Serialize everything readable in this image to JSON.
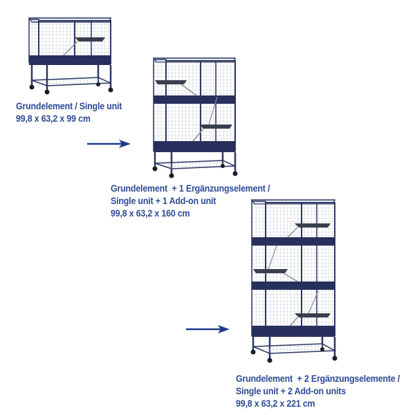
{
  "colors": {
    "caption_text": "#2d4a95",
    "arrow": "#1f3a8a",
    "frame": "#2b3763",
    "tray": "#27305c",
    "mesh": "#c9ccd6",
    "shelf": "#3a3f4f"
  },
  "configurations": [
    {
      "id": "single",
      "levels": 1,
      "caption": {
        "line1": "Grundelement / Single unit",
        "line2": "99,8 x 63,2 x 99 cm"
      }
    },
    {
      "id": "one-addon",
      "levels": 2,
      "caption": {
        "line1": "Grundelement  + 1 Ergänzungselement /",
        "line2": "Single unit + 1 Add-on unit",
        "line3": "99,8 x 63,2 x 160 cm"
      }
    },
    {
      "id": "two-addons",
      "levels": 3,
      "caption": {
        "line1": "Grundelement  + 2 Ergänzungselemente /",
        "line2": "Single unit + 2 Add-on units",
        "line3": "99,8 x 63,2 x 221 cm"
      }
    }
  ],
  "arrows": [
    {
      "from": "single",
      "to": "one-addon",
      "icon": "arrow-right-icon"
    },
    {
      "from": "one-addon",
      "to": "two-addons",
      "icon": "arrow-right-icon"
    }
  ]
}
